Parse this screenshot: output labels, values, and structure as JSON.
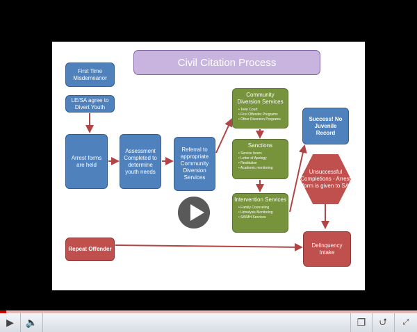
{
  "slide": {
    "title": "Civil Citation Process",
    "first_time": "First Time Misdemeanor",
    "le_sa": "LE/SA agree to Divert Youth",
    "arrest": "Arrest forms are held",
    "assessment": "Assessment Completed to determine youth needs",
    "referral": "Referral to appropriate Community Diversion Services",
    "community": {
      "title": "Community Diversion Services",
      "items": [
        "Teen Court",
        "First Offender Programs",
        "Other Diversion Programs"
      ]
    },
    "sanctions": {
      "title": "Sanctions",
      "items": [
        "Service hours",
        "Letter of Apology",
        "Restitution",
        "Academic monitoring"
      ]
    },
    "intervention": {
      "title": "Intervention Services",
      "items": [
        "Family Counseling",
        "Urinalysis Monitoring",
        "SA/MH Services"
      ]
    },
    "success": "Success! No Juvenile Record",
    "unsuccessful": "Unsuccessful Completions - Arrest form is given to SA",
    "repeat": "Repeat Offender",
    "delinquency": "Delinquency Intake"
  },
  "player": {
    "progress_percent": 1.5,
    "accent": "#cc0000"
  }
}
